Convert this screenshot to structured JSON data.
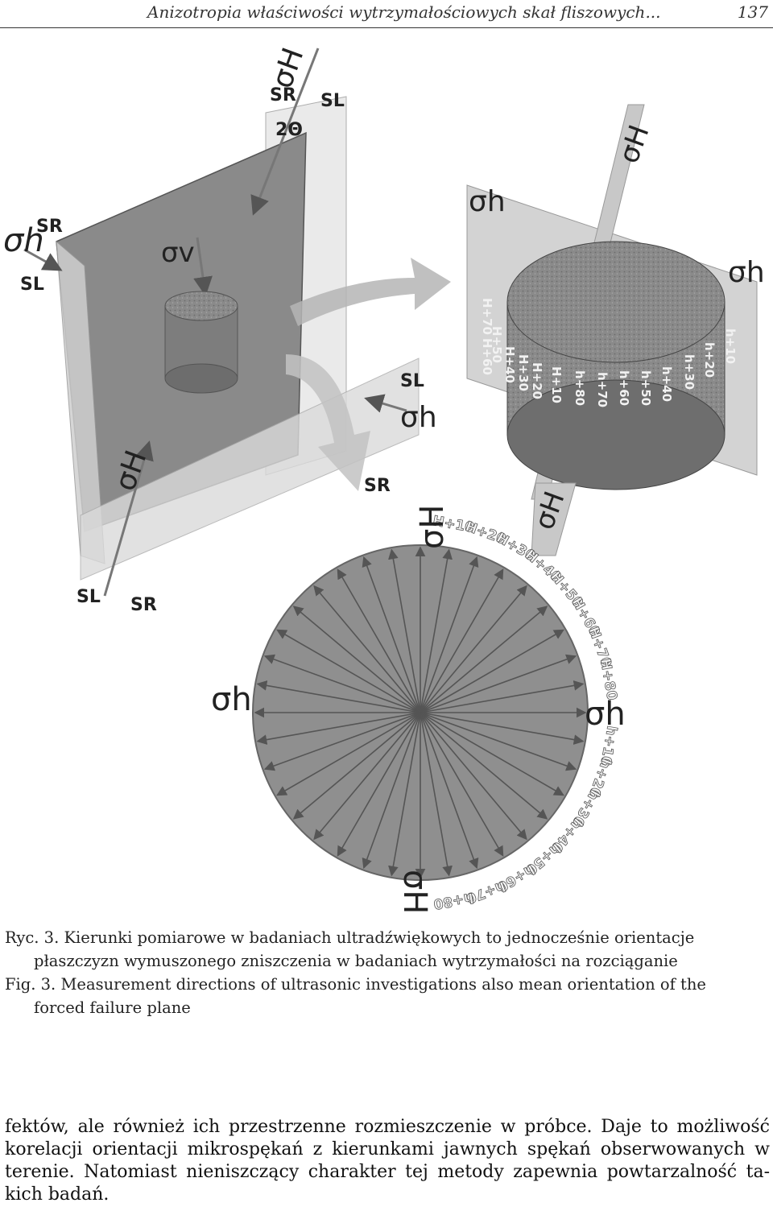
{
  "header": {
    "running_title": "Anizotropia właściwości wytrzymałościowych skał fliszowych...",
    "page_number": "137"
  },
  "figure": {
    "plane_labels": {
      "sigma_H": "σH",
      "sigma_h": "σh",
      "sigma_v": "σv",
      "s_R": "SR",
      "s_L": "SL",
      "angle": "2Θ"
    },
    "cylinder_labels_H": [
      "H+70",
      "H+60",
      "H+50",
      "H+40",
      "H+30",
      "H+20",
      "H+10"
    ],
    "cylinder_labels_h": [
      "h+80",
      "h+70",
      "h+60",
      "h+50",
      "h+40",
      "h+30",
      "h+20",
      "h+10"
    ],
    "circle_labels_right": [
      "H+10",
      "H+20",
      "H+30",
      "H+40",
      "H+50",
      "H+60",
      "H+70",
      "H+80"
    ],
    "circle_labels_bottom": [
      "h+10",
      "h+20",
      "h+30",
      "h+40",
      "h+50",
      "h+60",
      "h+70",
      "h+80"
    ],
    "circle_sigma_top": "σH",
    "circle_sigma_right": "σh",
    "circle_sigma_left": "σh",
    "circle_sigma_bottom": "σH"
  },
  "caption": {
    "pl_line1": "Ryc. 3. Kierunki pomiarowe w badaniach ultradźwiękowych to jednocześnie orientacje",
    "pl_line2": "płaszczyzn wymuszonego zniszczenia w badaniach wytrzymałości na rozciąganie",
    "en_line1": "Fig. 3. Measurement directions of ultrasonic investigations also mean orientation of the",
    "en_line2": "forced failure plane"
  },
  "body_text": {
    "line1": "fektów, ale również ich przestrzenne rozmieszczenie w próbce. Daje to możliwość",
    "line2": "korelacji orientacji mikrospękań z kierunkami jawnych spękań obserwowanych w",
    "line3": "terenie. Natomiast nieniszczący charakter tej metody zapewnia powtarzalność ta-",
    "line4": "kich badań."
  }
}
